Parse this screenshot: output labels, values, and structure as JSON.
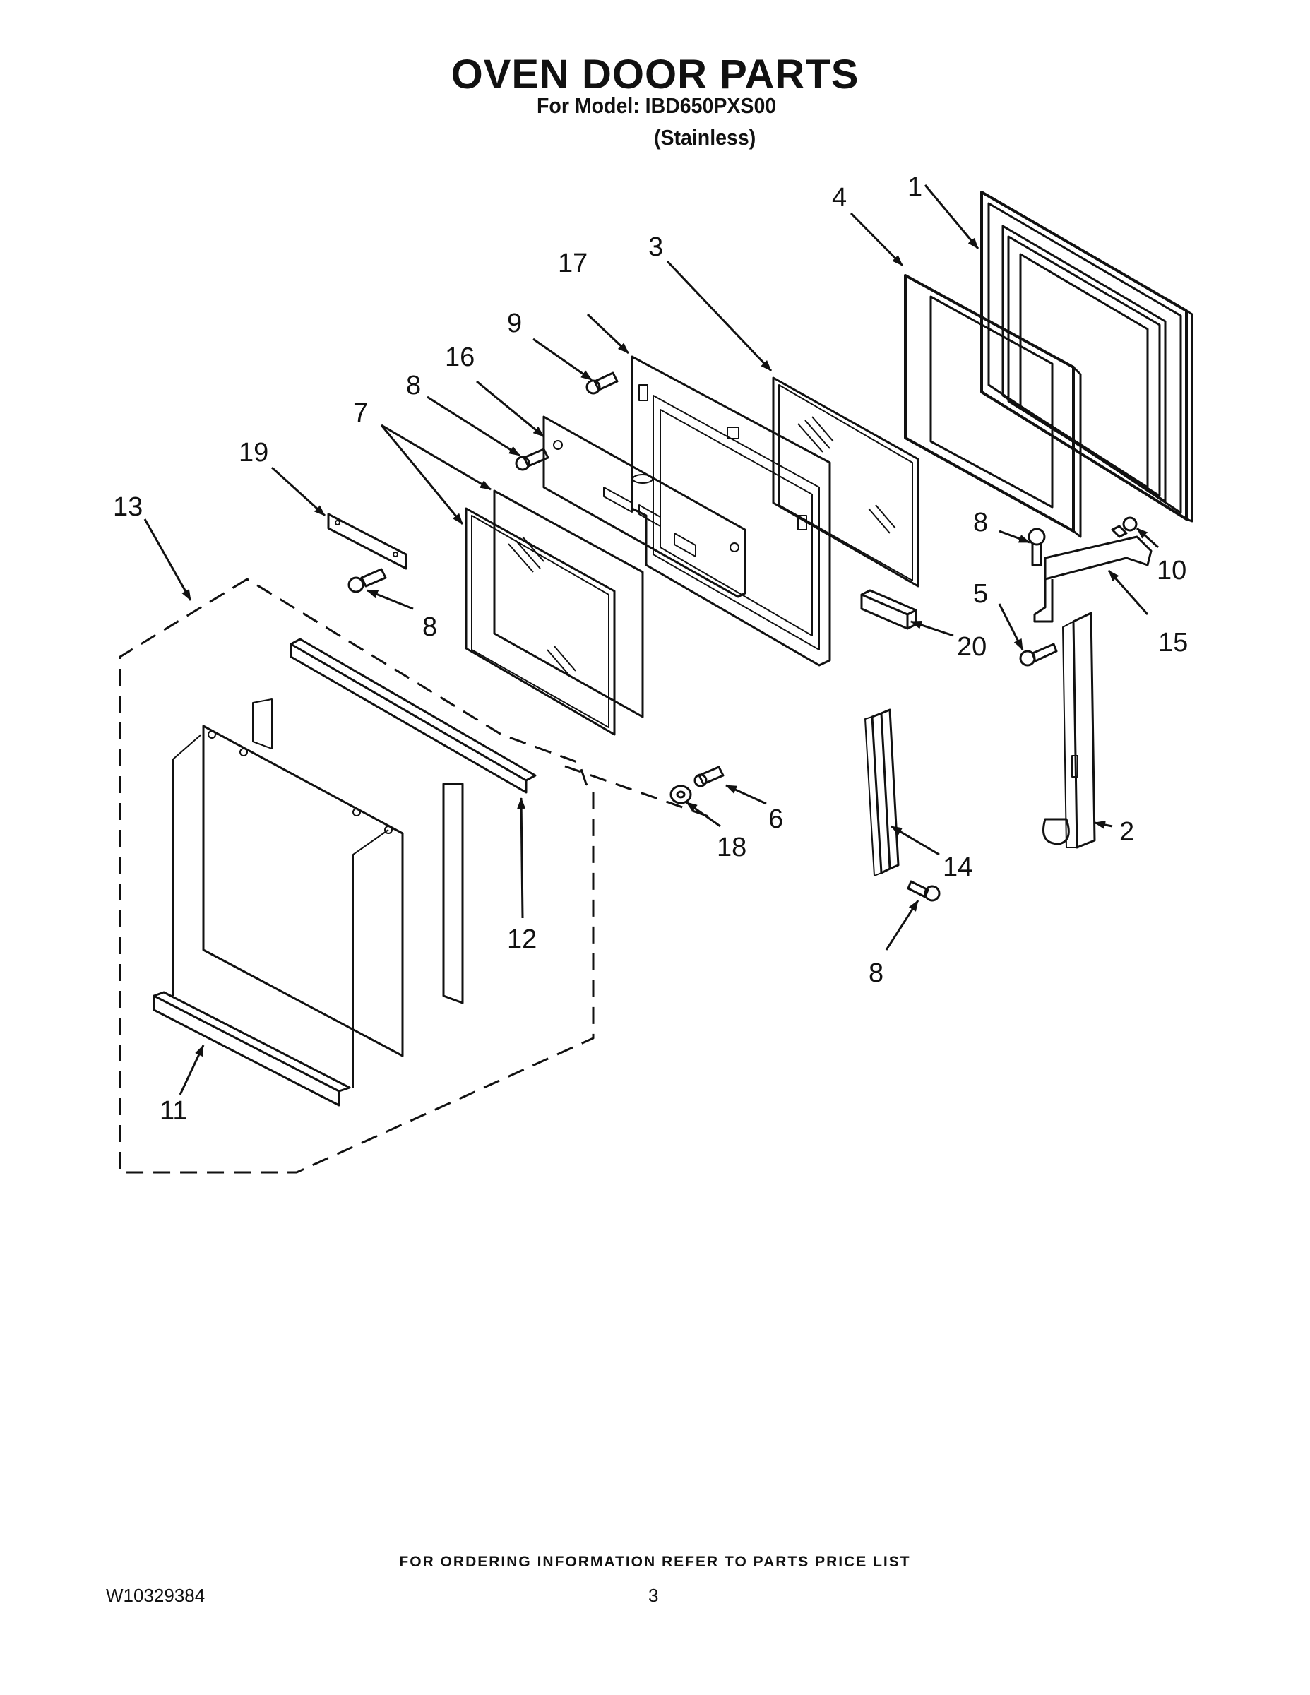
{
  "header": {
    "title": "OVEN DOOR PARTS",
    "model_line": "For Model: IBD650PXS00",
    "finish": "(Stainless)"
  },
  "callouts": [
    {
      "label": "1"
    },
    {
      "label": "4"
    },
    {
      "label": "3"
    },
    {
      "label": "17"
    },
    {
      "label": "9"
    },
    {
      "label": "16"
    },
    {
      "label": "8"
    },
    {
      "label": "7"
    },
    {
      "label": "19"
    },
    {
      "label": "13"
    },
    {
      "label": "8"
    },
    {
      "label": "8"
    },
    {
      "label": "10"
    },
    {
      "label": "5"
    },
    {
      "label": "15"
    },
    {
      "label": "20"
    },
    {
      "label": "6"
    },
    {
      "label": "18"
    },
    {
      "label": "2"
    },
    {
      "label": "14"
    },
    {
      "label": "12"
    },
    {
      "label": "8"
    },
    {
      "label": "11"
    }
  ],
  "footer": {
    "note": "FOR ORDERING INFORMATION REFER TO PARTS PRICE LIST",
    "doc_number": "W10329384",
    "page_number": "3"
  }
}
